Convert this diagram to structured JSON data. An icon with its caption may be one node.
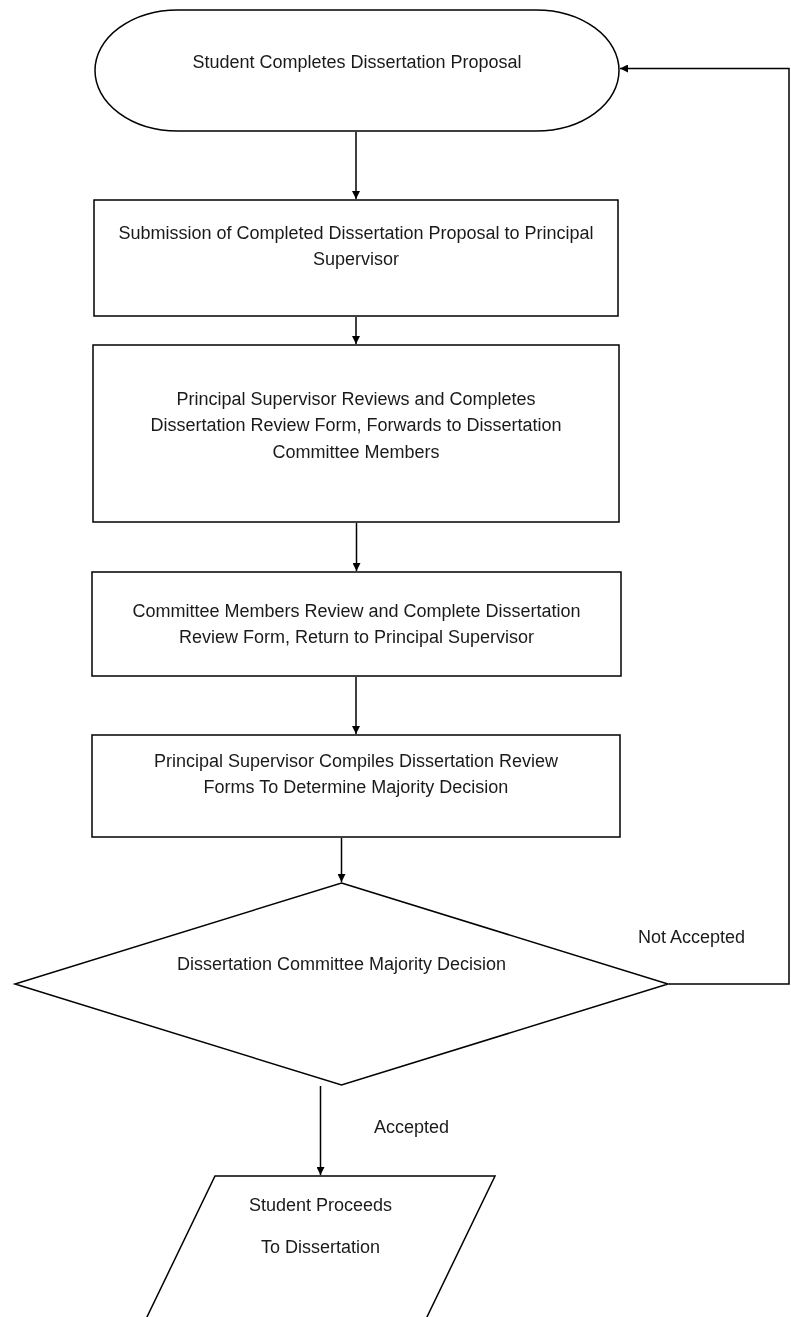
{
  "diagram": {
    "nodes": [
      {
        "text": [
          "Student Completes Dissertation Proposal"
        ]
      },
      {
        "text": [
          "Submission of Completed Dissertation Proposal to Principal Supervisor"
        ]
      },
      {
        "text": [
          "Principal Supervisor Reviews and Completes Dissertation Review Form, Forwards to Dissertation Committee Members"
        ]
      },
      {
        "text": [
          "Committee Members Review and Complete Dissertation Review Form, Return to Principal Supervisor"
        ]
      },
      {
        "text": [
          "Principal Supervisor Compiles Dissertation Review Forms To Determine Majority Decision"
        ]
      },
      {
        "text": [
          "Dissertation Committee Majority Decision"
        ]
      },
      {
        "text": [
          "Student Proceeds",
          "To Dissertation"
        ]
      }
    ],
    "edges": [
      {
        "from": 0,
        "to": 1,
        "arrow": "to"
      },
      {
        "from": 1,
        "to": 2,
        "arrow": "to"
      },
      {
        "from": 2,
        "to": 3,
        "arrow": "to"
      },
      {
        "from": 3,
        "to": 4,
        "arrow": "to"
      },
      {
        "from": 4,
        "to": 5,
        "arrow": "to"
      },
      {
        "from": 5,
        "to": 6,
        "label": "Accepted",
        "arrow": "to"
      },
      {
        "from": 5,
        "to": 0,
        "label": "Not Accepted",
        "arrow": "to"
      }
    ]
  }
}
